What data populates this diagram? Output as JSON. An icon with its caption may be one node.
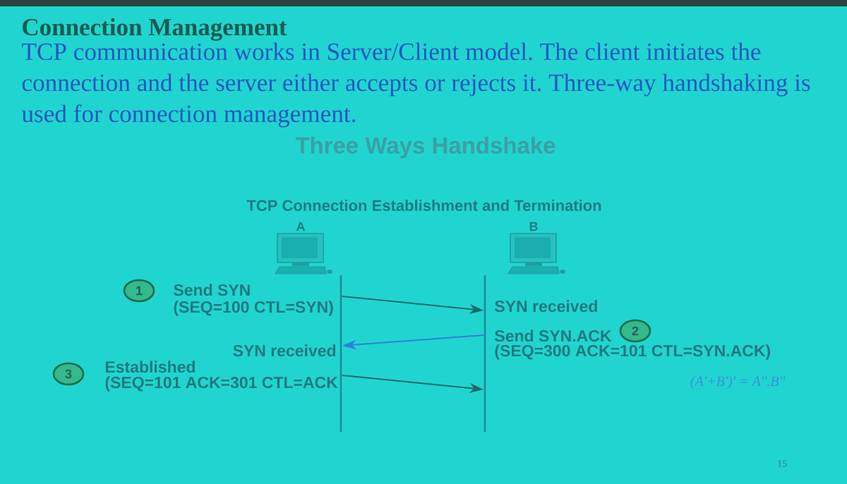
{
  "diagram": {
    "title": "Connection Management",
    "nodes": [
      {
        "text": [
          "A"
        ]
      },
      {
        "text": [
          "B"
        ]
      },
      {
        "text": [],
        "shape": "line"
      },
      {
        "text": [],
        "shape": "line"
      },
      {
        "text": [
          "1"
        ],
        "beside": [
          "Send SYN",
          "(SEQ=100 CTL=SYN)"
        ]
      },
      {
        "text": [
          "2"
        ],
        "beside": [
          "Send SYN.ACK",
          "(SEQ=300 ACK=101 CTL=SYN.ACK)"
        ]
      },
      {
        "text": [
          "3"
        ],
        "beside": [
          "Established",
          "(SEQ=101 ACK=301 CTL=ACK"
        ]
      }
    ],
    "edges": [
      {
        "from": 2,
        "to": 3,
        "arrow": "to"
      },
      {
        "from": 3,
        "to": 2,
        "arrow": "to",
        "color": "#2f80d8"
      },
      {
        "from": 2,
        "to": 3,
        "arrow": "to"
      }
    ],
    "labels": [
      "TCP communication works in Server/Client model. The client initiates the connection and the server either accepts or rejects it. Three-way handshaking is used for connection management.",
      "Three Ways Handshake",
      "TCP Connection Establishment and Termination",
      "SYN received",
      "SYN received",
      "(A'+B')' = A''.B''",
      "15"
    ]
  }
}
